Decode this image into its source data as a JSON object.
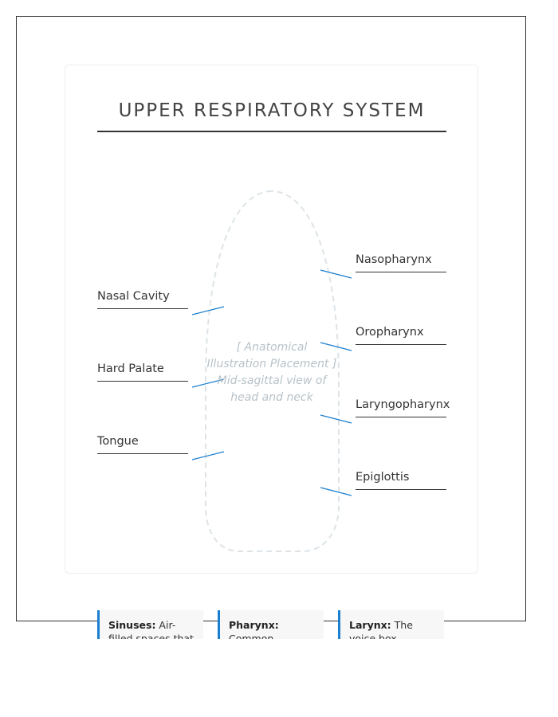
{
  "title": "UPPER RESPIRATORY SYSTEM",
  "illustration": {
    "line1": "[ Anatomical",
    "line2": "Illustration Placement ]",
    "line3": "Mid-sagittal view of",
    "line4": "head and neck"
  },
  "labels_left": [
    {
      "name": "Nasal Cavity"
    },
    {
      "name": "Hard Palate"
    },
    {
      "name": "Tongue"
    }
  ],
  "labels_right": [
    {
      "name": "Nasopharynx"
    },
    {
      "name": "Oropharynx"
    },
    {
      "name": "Laryngopharynx"
    },
    {
      "name": "Epiglottis"
    }
  ],
  "notes": [
    {
      "term": "Sinuses:",
      "text": " Air-filled spaces that lighten the skull"
    },
    {
      "term": "Pharynx:",
      "text": " Common passage for both air and food"
    },
    {
      "term": "Larynx:",
      "text": " The voice box containing the vocal cords"
    }
  ],
  "colors": {
    "leader_line": "#1a7fd0",
    "outline": "#dde3e7",
    "note_accent": "#1a7fd0"
  }
}
